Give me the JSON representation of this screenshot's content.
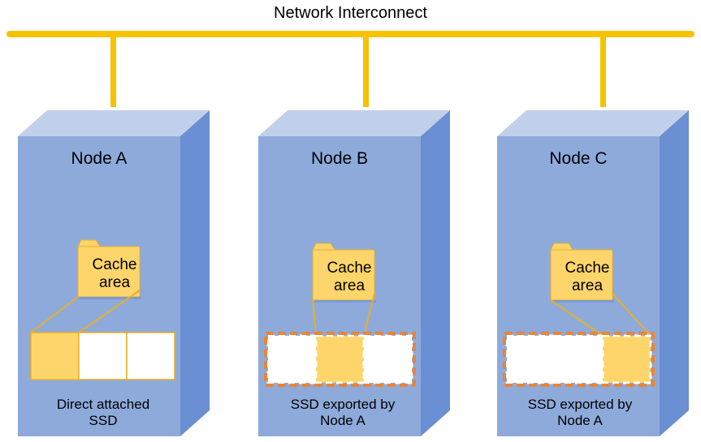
{
  "title": "Network Interconnect",
  "colors": {
    "bus": "#f7c200",
    "node_front": "#8eaadb",
    "node_top": "#c1d0ea",
    "node_side": "#6a8fd2",
    "cache_fill": "#fdd56a",
    "cache_stroke": "#e6b028",
    "export_border": "#ea8436"
  },
  "nodes": [
    {
      "name": "Node A",
      "cache_label": [
        "Cache",
        "area"
      ],
      "ssd_label": [
        "Direct attached",
        "SSD"
      ],
      "ssd_style": "direct",
      "active_block": 0
    },
    {
      "name": "Node B",
      "cache_label": [
        "Cache",
        "area"
      ],
      "ssd_label": [
        "SSD exported by",
        "Node A"
      ],
      "ssd_style": "exported",
      "active_block": 1
    },
    {
      "name": "Node C",
      "cache_label": [
        "Cache",
        "area"
      ],
      "ssd_label": [
        "SSD exported by",
        "Node A"
      ],
      "ssd_style": "exported",
      "active_block": 2
    }
  ]
}
